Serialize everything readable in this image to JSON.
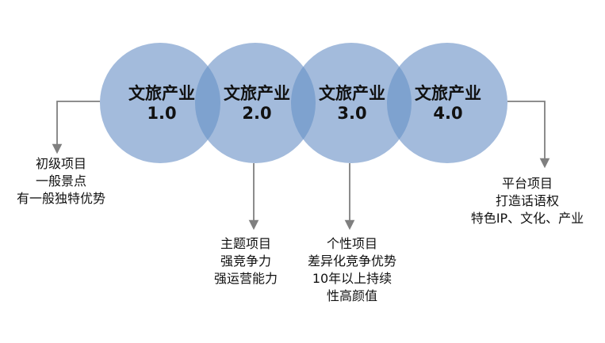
{
  "colors": {
    "circle_fill": "#a3bbdc",
    "overlap_fill": "#7ea2cf",
    "arrow": "#7f7f7f",
    "text": "#111111"
  },
  "stages": [
    {
      "title": "文旅产业",
      "version": "1.0",
      "details": [
        "初级项目",
        "一般景点",
        "有一般独特优势"
      ]
    },
    {
      "title": "文旅产业",
      "version": "2.0",
      "details": [
        "主题项目",
        "强竞争力",
        "强运营能力"
      ]
    },
    {
      "title": "文旅产业",
      "version": "3.0",
      "details": [
        "个性项目",
        "差异化竞争优势",
        "10年以上持续",
        "性高颜值"
      ]
    },
    {
      "title": "文旅产业",
      "version": "4.0",
      "details": [
        "平台项目",
        "打造话语权",
        "特色IP、文化、产业"
      ]
    }
  ]
}
